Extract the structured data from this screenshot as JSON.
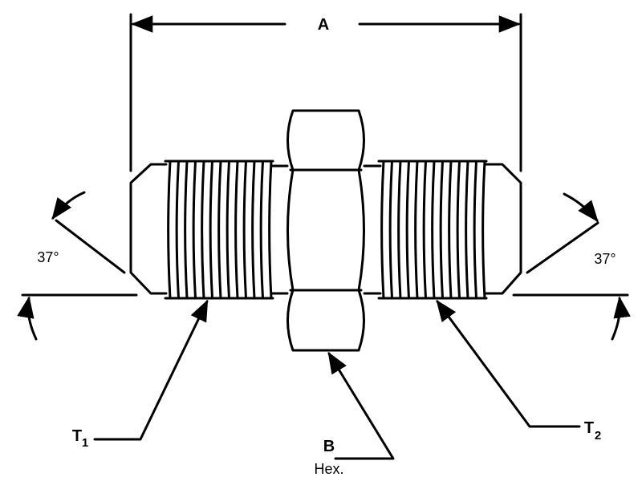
{
  "diagram": {
    "dimension_length": "A",
    "dimension_hex": "B",
    "hex_note": "Hex.",
    "angle_left": "37°",
    "angle_right": "37°",
    "thread_left": {
      "letter": "T",
      "index": "1"
    },
    "thread_right": {
      "letter": "T",
      "index": "2"
    }
  },
  "colors": {
    "line": "#000000",
    "background": "#ffffff"
  }
}
